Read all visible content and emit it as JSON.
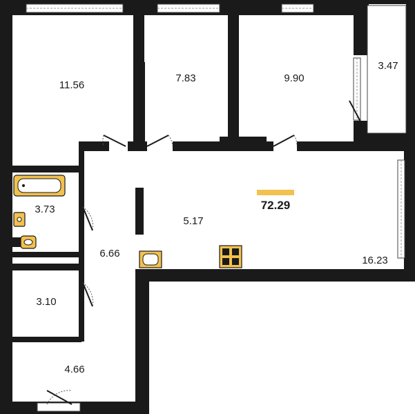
{
  "plan": {
    "total_area": "72.29",
    "accent_color": "#f2c14e",
    "wall_color": "#1a1a1a",
    "rooms": [
      {
        "id": "bedroom-1",
        "area": "11.56"
      },
      {
        "id": "bedroom-2",
        "area": "7.83"
      },
      {
        "id": "bedroom-3",
        "area": "9.90"
      },
      {
        "id": "balcony",
        "area": "3.47"
      },
      {
        "id": "bathroom",
        "area": "3.73"
      },
      {
        "id": "hallway",
        "area": "6.66"
      },
      {
        "id": "kitchen-nook",
        "area": "5.17"
      },
      {
        "id": "living-kitchen",
        "area": "16.23"
      },
      {
        "id": "wc",
        "area": "3.10"
      },
      {
        "id": "entrance",
        "area": "4.66"
      }
    ]
  }
}
